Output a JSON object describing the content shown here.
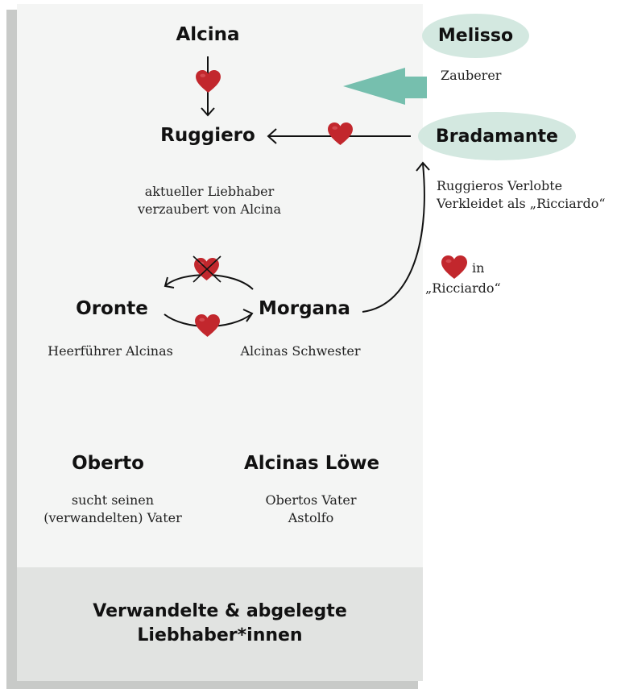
{
  "characters": {
    "alcina": {
      "name": "Alcina"
    },
    "ruggiero": {
      "name": "Ruggiero",
      "desc_line1": "aktueller Liebhaber",
      "desc_line2": "verzaubert von Alcina"
    },
    "melisso": {
      "name": "Melisso",
      "desc": "Zauberer"
    },
    "bradamante": {
      "name": "Bradamante",
      "desc_line1": "Ruggieros Verlobte",
      "desc_line2": "Verkleidet als „Ricciardo“"
    },
    "oronte": {
      "name": "Oronte",
      "desc": "Heerführer Alcinas"
    },
    "morgana": {
      "name": "Morgana",
      "desc": "Alcinas Schwester"
    },
    "oberto": {
      "name": "Oberto",
      "desc_line1": "sucht seinen",
      "desc_line2": "(verwandelten) Vater"
    },
    "loewe": {
      "name": "Alcinas Löwe",
      "desc_line1": "Obertos Vater",
      "desc_line2": "Astolfo"
    }
  },
  "love_note": {
    "word": "in",
    "target": "„Ricciardo“"
  },
  "footer": {
    "line1": "Verwandelte & abgelegte",
    "line2": "Liebhaber*innen"
  },
  "colors": {
    "heart": "#c2272d",
    "ellipse_fill": "#d3e8e0",
    "arrow_teal": "#76bfae",
    "panel": "#f4f5f4",
    "footer_band": "#e1e3e1"
  }
}
